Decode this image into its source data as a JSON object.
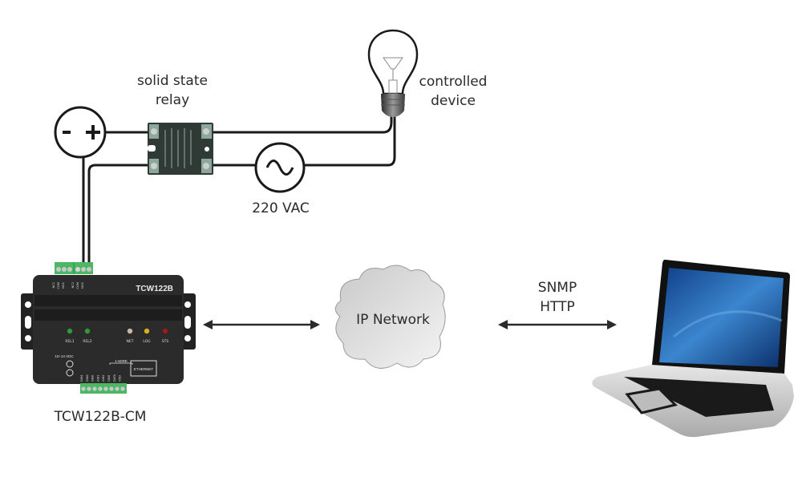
{
  "diagram": {
    "power_supply": {
      "label_minus": "-",
      "label_plus": "+"
    },
    "relay": {
      "label_line1": "solid state",
      "label_line2": "relay"
    },
    "lamp": {
      "label_line1": "controlled",
      "label_line2": "device"
    },
    "ac_source": {
      "label": "220 VAC"
    },
    "controller": {
      "model_label": "TCW122B-CM",
      "case_title": "TCW122B",
      "relay_terminals": [
        "NC1",
        "COM",
        "NO1",
        "NC2",
        "COM",
        "NO2"
      ],
      "leds": [
        {
          "label": "REL1",
          "color": "#2e9a3a"
        },
        {
          "label": "REL2",
          "color": "#2e9a3a"
        },
        {
          "label": "NET",
          "color": "#c9b8a8"
        },
        {
          "label": "LOG",
          "color": "#d8b020"
        },
        {
          "label": "STS",
          "color": "#a01818"
        }
      ],
      "power_label": "10÷14 VDC",
      "onewire_label": "1-WIRE",
      "ethernet_label": "ETHERNET",
      "bottom_terminals": [
        "DIN1",
        "DIN2",
        "GND",
        "AIN1",
        "AIN2",
        "GND",
        "DATA",
        "VDD"
      ]
    },
    "network": {
      "label": "IP Network"
    },
    "protocols": {
      "line1": "SNMP",
      "line2": "HTTP"
    },
    "colors": {
      "wire": "#1a1a1a",
      "terminal_green": "#4cb866",
      "device_body": "#2b2b2b",
      "cloud": "#d8d8d8",
      "screen_blue": "#1d5fa8"
    }
  }
}
